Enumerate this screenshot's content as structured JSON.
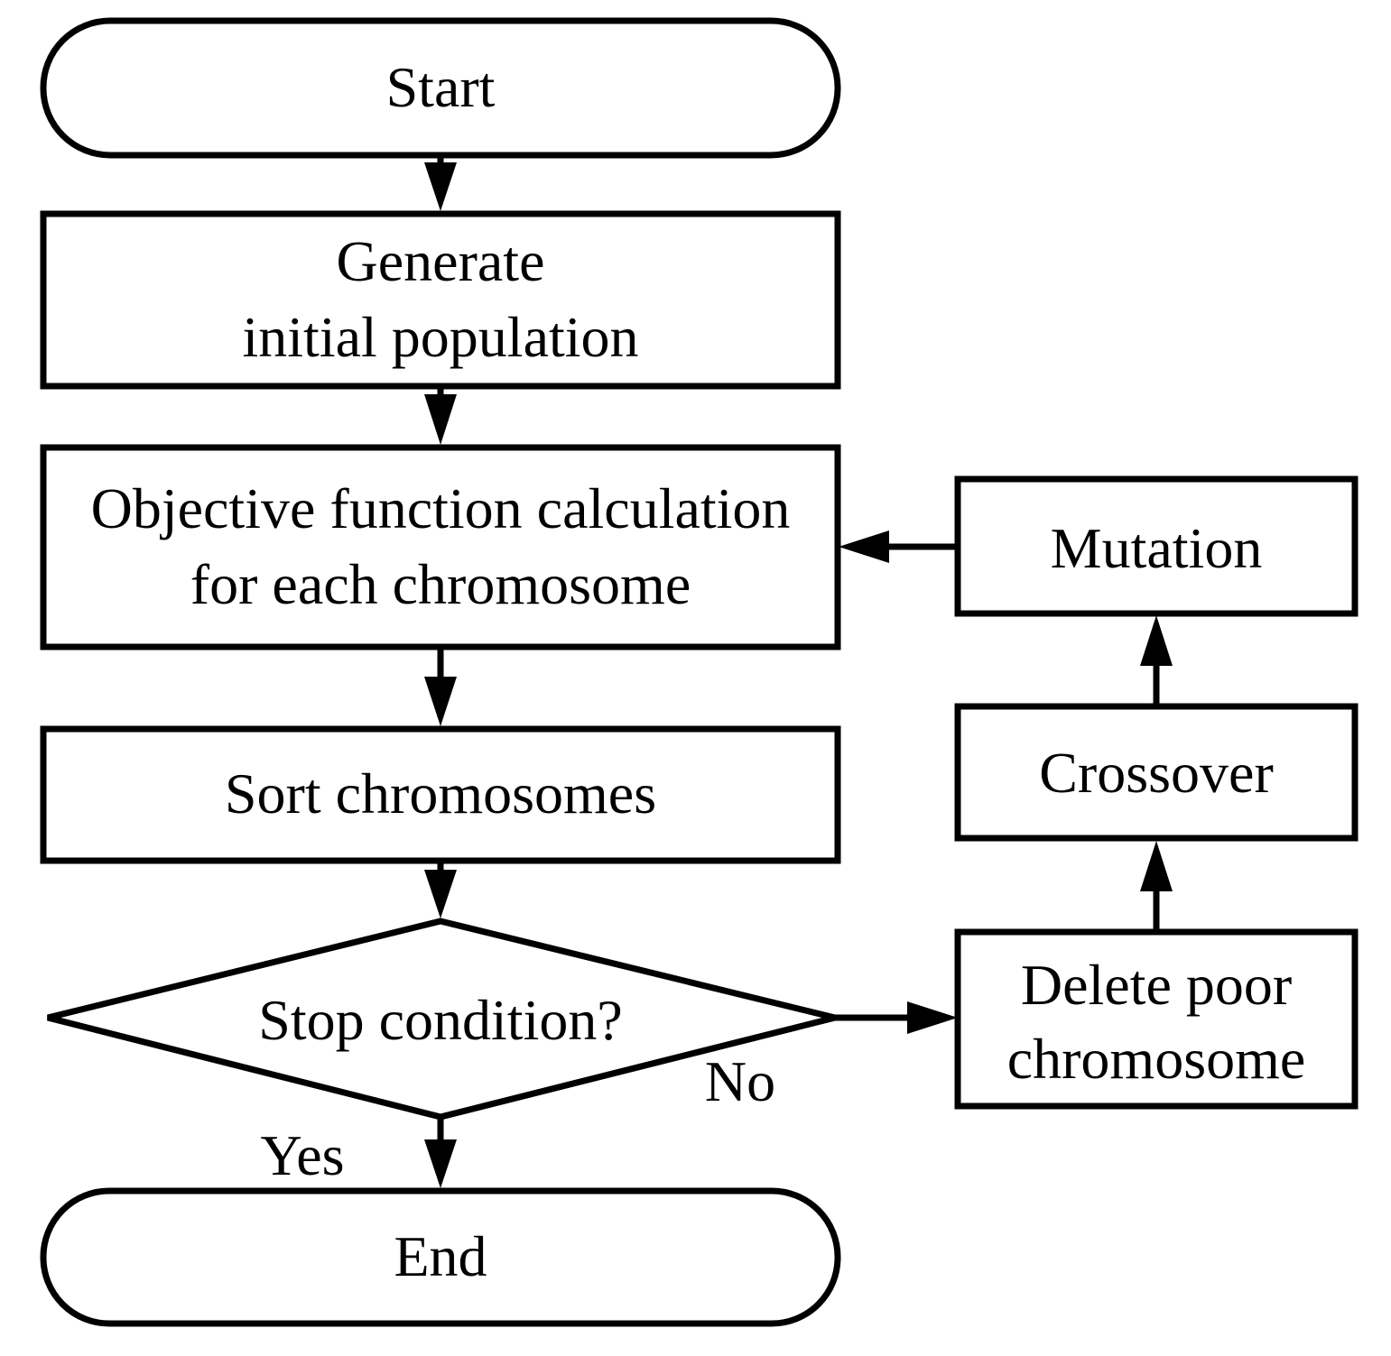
{
  "diagram": {
    "nodes": {
      "start": {
        "label": "Start"
      },
      "generate": {
        "line1": "Generate",
        "line2": "initial population"
      },
      "objective": {
        "line1": "Objective function calculation",
        "line2": "for each chromosome"
      },
      "sort": {
        "label": "Sort chromosomes"
      },
      "stop": {
        "label": "Stop condition?"
      },
      "end": {
        "label": "End"
      },
      "mutation": {
        "label": "Mutation"
      },
      "crossover": {
        "label": "Crossover"
      },
      "delete": {
        "line1": "Delete poor",
        "line2": "chromosome"
      }
    },
    "edges": {
      "yes_label": "Yes",
      "no_label": "No"
    }
  }
}
